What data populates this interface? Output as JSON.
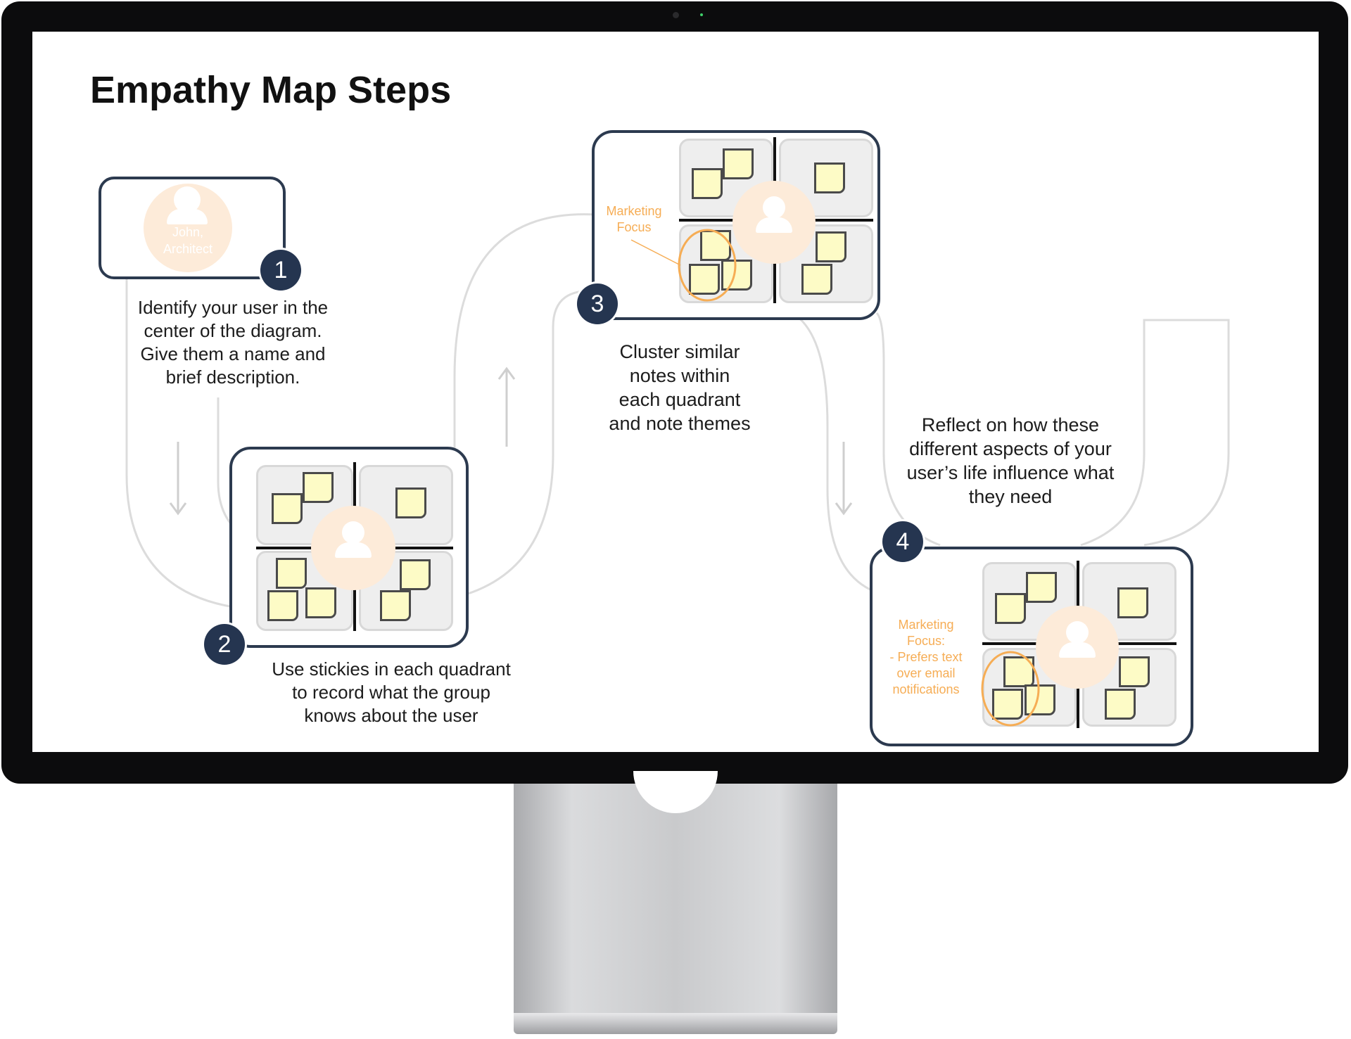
{
  "title": "Empathy Map Steps",
  "persona": {
    "name_line1": "John,",
    "name_line2": "Architect"
  },
  "steps": [
    {
      "number": "1",
      "text_lines": [
        "Identify your user in the",
        "center of the diagram.",
        "Give them a name and",
        "brief description."
      ]
    },
    {
      "number": "2",
      "text_lines": [
        "Use stickies in each quadrant",
        "to record what the group",
        "knows about the user"
      ]
    },
    {
      "number": "3",
      "text_lines": [
        "Cluster similar",
        "notes within",
        "each quadrant",
        "and note themes"
      ],
      "annotation_lines": [
        "Marketing",
        "Focus"
      ]
    },
    {
      "number": "4",
      "text_lines": [
        "Reflect on how these",
        "different aspects of your",
        "user’s life influence what",
        "they need"
      ],
      "annotation_lines": [
        "Marketing",
        "Focus:",
        "- Prefers text",
        "over email",
        "notifications"
      ]
    }
  ],
  "colors": {
    "badge": "#253550",
    "card_border": "#2c3a4f",
    "persona_fill": "#fdebd9",
    "annotation": "#f6ad55",
    "sticky_fill": "#fdfbc6",
    "flow_line": "#dcdcdc"
  }
}
